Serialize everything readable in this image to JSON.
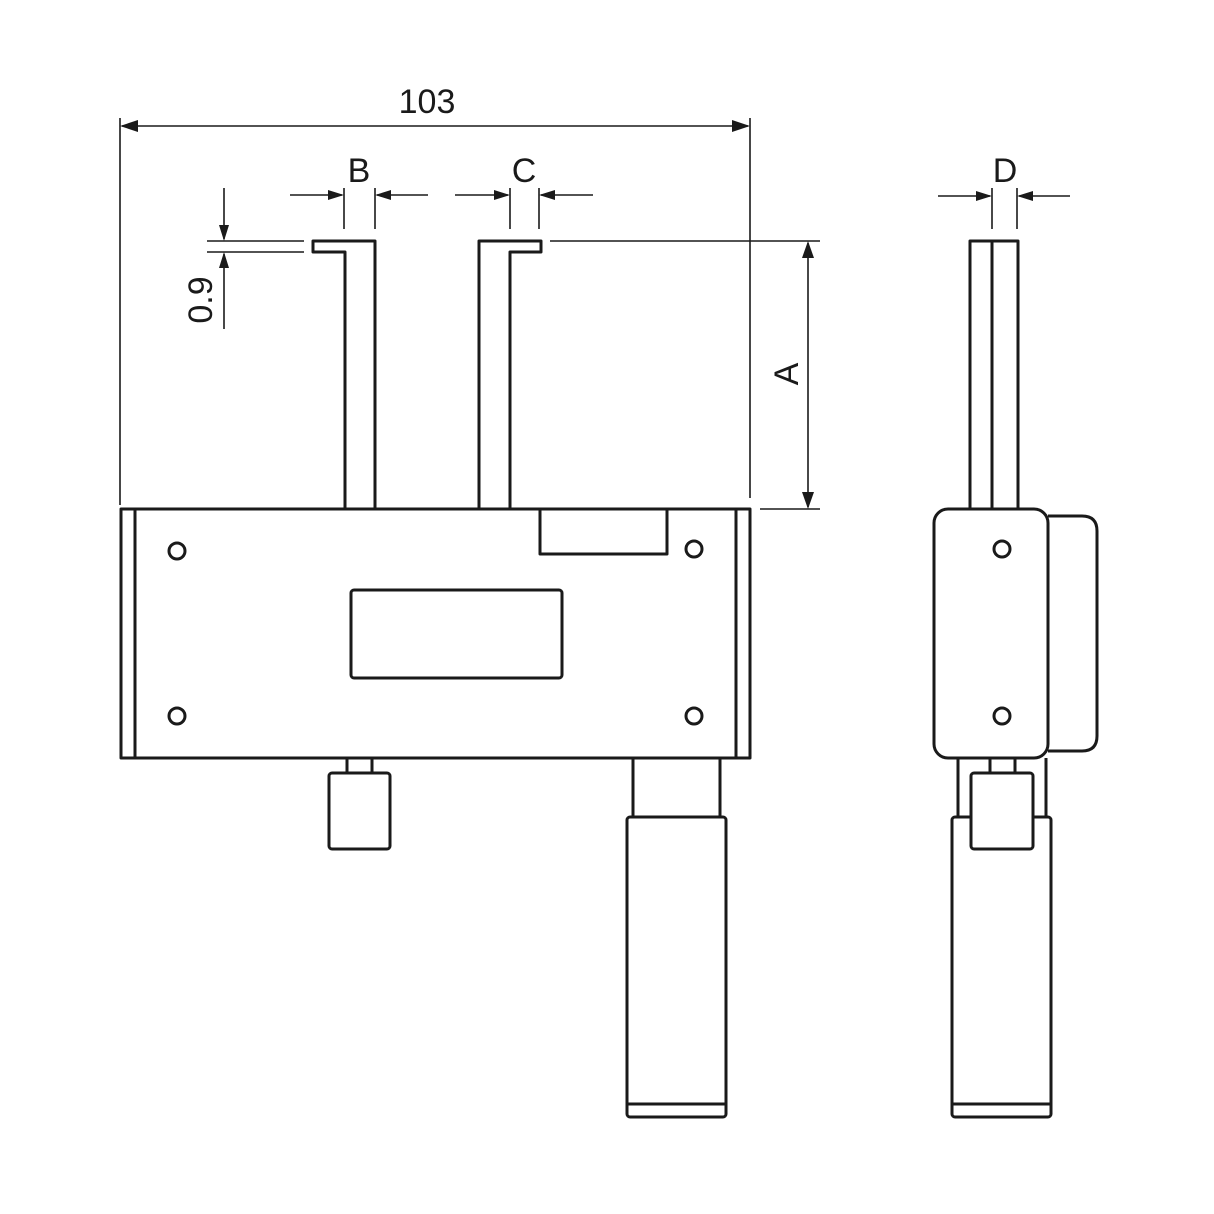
{
  "drawing": {
    "title": "Cable / wire tension gauge — dimensional drawing",
    "views": [
      "front-view",
      "side-view"
    ]
  },
  "dimensions": {
    "overall_width": "103",
    "jaw_width_left": "B",
    "jaw_width_right": "C",
    "jaw_depth": "D",
    "jaw_height": "A",
    "hook_thickness": "0.9"
  },
  "colors": {
    "line": "#1a1a1a",
    "background": "#ffffff"
  }
}
